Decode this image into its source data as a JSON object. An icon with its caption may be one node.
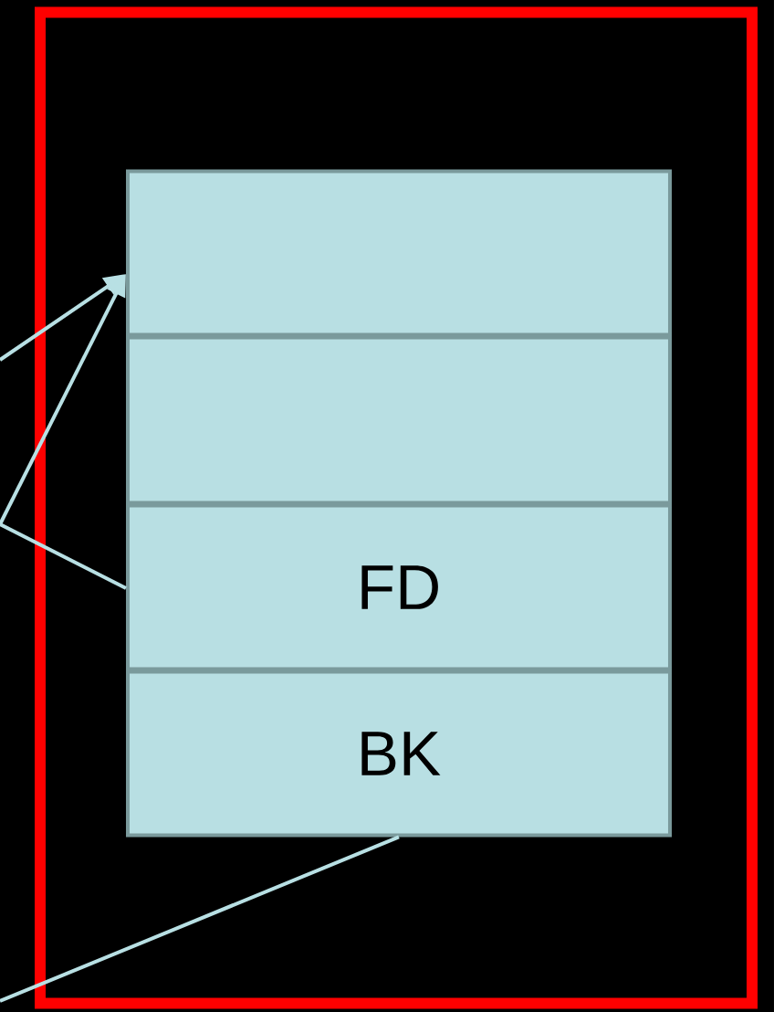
{
  "diagram": {
    "nodes": [
      {
        "text": [],
        "shape": "box"
      },
      {
        "text": [],
        "shape": "box",
        "in": 0
      },
      {
        "text": [],
        "shape": "box",
        "in": 0
      },
      {
        "text": [
          "FD"
        ],
        "in": 0
      },
      {
        "text": [
          "BK"
        ],
        "in": 0
      }
    ],
    "edges": [
      {
        "from": null,
        "to": 1,
        "arrow": "to"
      },
      {
        "from": null,
        "to": 1,
        "arrow": "to"
      },
      {
        "from": null,
        "to": 3,
        "arrow": "none"
      },
      {
        "from": 4,
        "to": null,
        "arrow": "none"
      }
    ]
  }
}
